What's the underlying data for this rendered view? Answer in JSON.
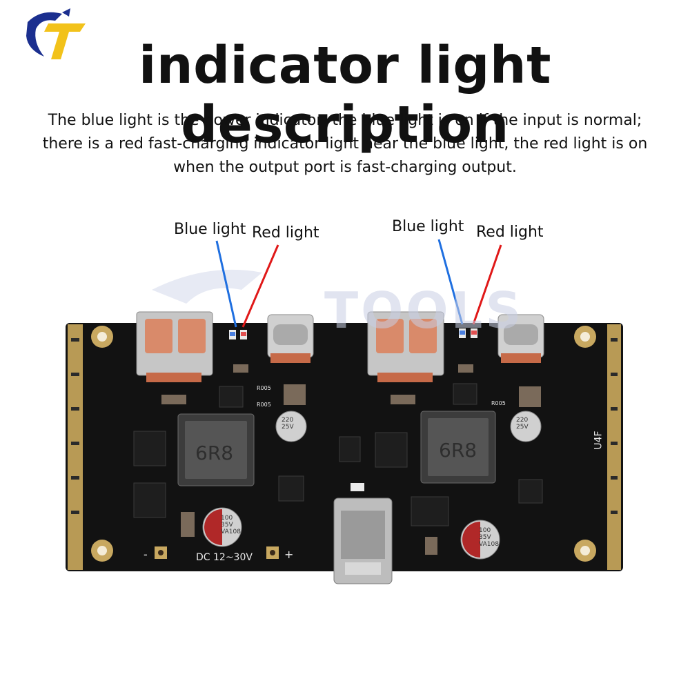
{
  "header": {
    "title": "indicator light description",
    "description_lines": [
      "The blue light is the power indicator, the blue light is on if the input is normal;",
      "there is a red fast-charging indicator light near the blue light, the red light is on",
      "when the output port is fast-charging output."
    ]
  },
  "callouts": {
    "left_blue": "Blue light",
    "left_red": "Red light",
    "right_blue": "Blue light",
    "right_red": "Red light"
  },
  "board_markings": {
    "inductor_left": "6R8",
    "inductor_right": "6R8",
    "cap_top_left": "220 25V",
    "cap_top_right": "220 25V",
    "cap_bottom_left": "100 35V VA108",
    "cap_bottom_right": "100 35V VA108",
    "input_label": "DC 12~30V",
    "minus": "-",
    "plus": "+",
    "board_id": "U4F",
    "resistor_a": "R005",
    "resistor_b": "R005",
    "resistor_c": "R005"
  },
  "watermark": "TOOLS",
  "colors": {
    "blue_line": "#1f6fe0",
    "red_line": "#e01818",
    "pcb": "#121212",
    "gold": "#c8a860",
    "logo_blue": "#1b2f8f",
    "logo_yellow": "#f2c21a"
  }
}
